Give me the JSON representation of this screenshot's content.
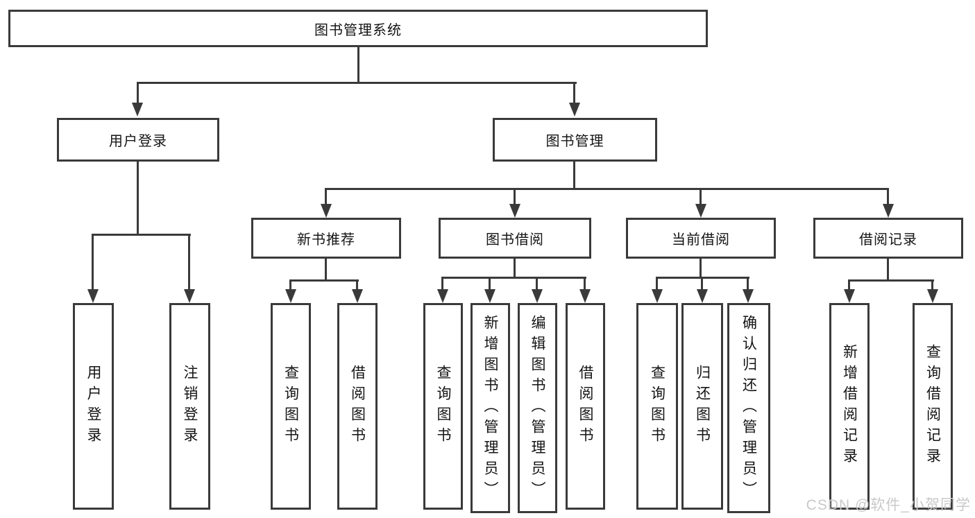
{
  "nodes": {
    "root": "图书管理系统",
    "user_login": "用户登录",
    "book_management": "图书管理",
    "new_book_recommend": "新书推荐",
    "book_borrow": "图书借阅",
    "current_borrow": "当前借阅",
    "borrow_records": "借阅记录",
    "leaves": [
      "用户登录",
      "注销登录",
      "查询图书",
      "借阅图书",
      "查询图书",
      "新增图书（管理员）",
      "编辑图书（管理员）",
      "借阅图书",
      "查询图书",
      "归还图书",
      "确认归还（管理员）",
      "新增借阅记录",
      "查询借阅记录"
    ]
  },
  "watermark": "CSDN @软件_小贺同学",
  "colors": {
    "line": "#3a3a3a",
    "text": "#141414",
    "watermark": "#c9c9c9",
    "background": "#ffffff"
  }
}
